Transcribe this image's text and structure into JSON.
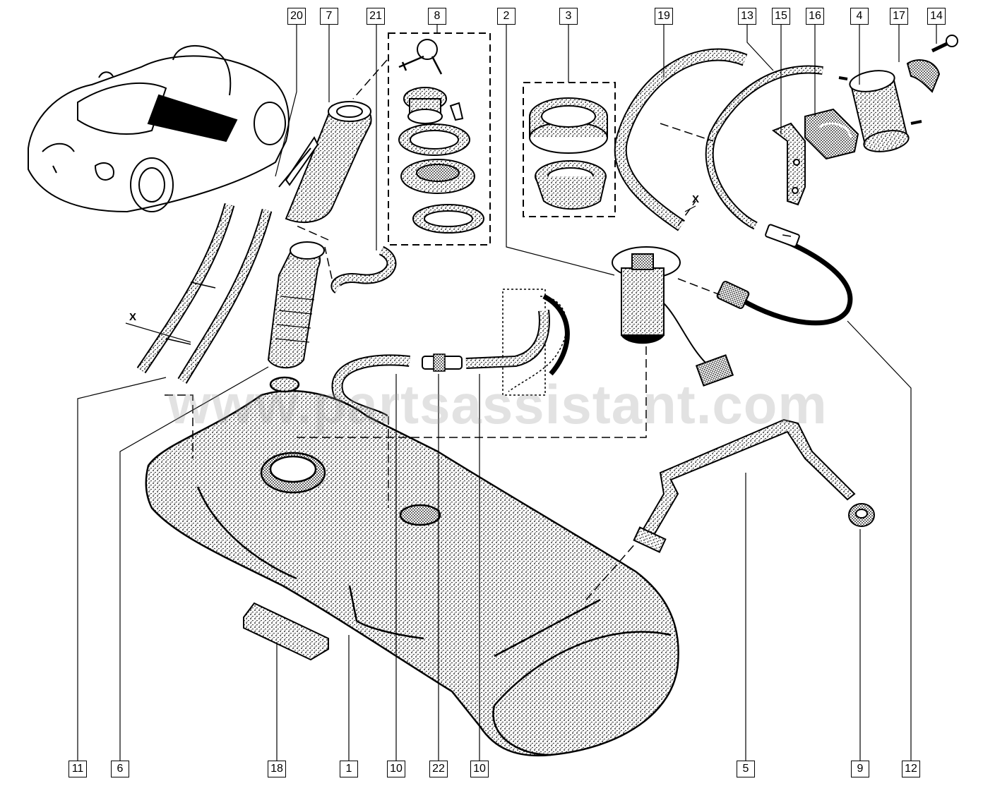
{
  "diagram": {
    "watermark": "www.partsassistant.com",
    "top_callouts": [
      {
        "label": "20"
      },
      {
        "label": "7"
      },
      {
        "label": "21"
      },
      {
        "label": "8"
      },
      {
        "label": "2"
      },
      {
        "label": "3"
      },
      {
        "label": "19"
      },
      {
        "label": "13"
      },
      {
        "label": "15"
      },
      {
        "label": "16"
      },
      {
        "label": "4"
      },
      {
        "label": "17"
      },
      {
        "label": "14"
      }
    ],
    "bottom_callouts": [
      {
        "label": "11"
      },
      {
        "label": "6"
      },
      {
        "label": "18"
      },
      {
        "label": "1"
      },
      {
        "label": "10"
      },
      {
        "label": "22"
      },
      {
        "label": "10"
      },
      {
        "label": "5"
      },
      {
        "label": "9"
      },
      {
        "label": "12"
      }
    ],
    "x_markers": [
      {
        "label": "X"
      },
      {
        "label": "X"
      }
    ]
  }
}
